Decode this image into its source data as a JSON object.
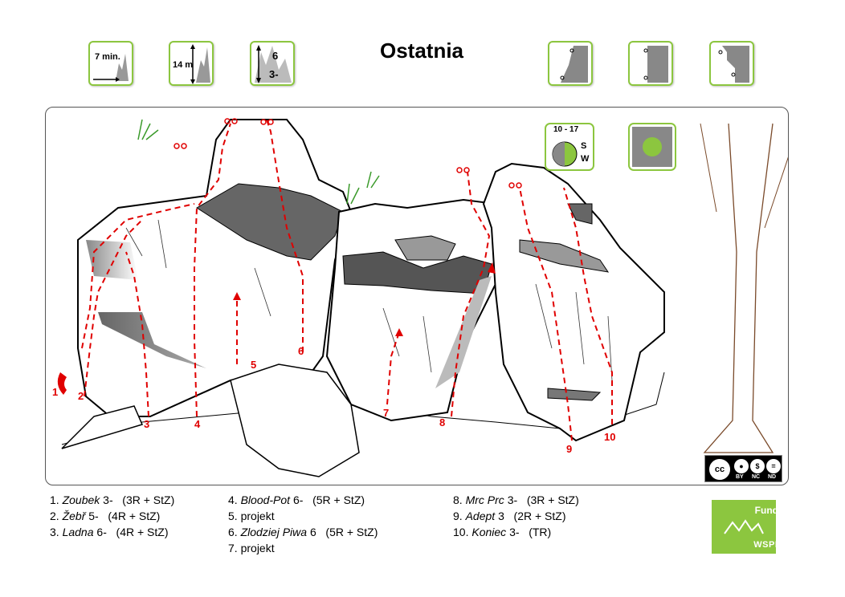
{
  "header": {
    "title": "Ostatnia",
    "approach_time": "7 min.",
    "height": "14 m",
    "grade_max": "6",
    "grade_min": "3-"
  },
  "aspect": {
    "hours": "10 - 17",
    "dir_1": "S",
    "dir_2": "W"
  },
  "route_numbers": [
    "1",
    "2",
    "3",
    "4",
    "5",
    "6",
    "7",
    "8",
    "9",
    "10"
  ],
  "legend": {
    "col1": [
      {
        "num": "1.",
        "name": "Zoubek",
        "grade": "3-",
        "info": "(3R + StZ)"
      },
      {
        "num": "2.",
        "name": "Žebř",
        "grade": "5-",
        "info": "(4R + StZ)"
      },
      {
        "num": "3.",
        "name": "Ladna",
        "grade": "6-",
        "info": "(4R + StZ)"
      }
    ],
    "col2": [
      {
        "num": "4.",
        "name": "Blood-Pot",
        "grade": "6-",
        "info": "(5R + StZ)"
      },
      {
        "num": "5.",
        "name": "",
        "grade": "projekt",
        "info": ""
      },
      {
        "num": "6.",
        "name": "Zlodziej Piwa",
        "grade": "6",
        "info": "(5R + StZ)"
      },
      {
        "num": "7.",
        "name": "",
        "grade": "projekt",
        "info": ""
      }
    ],
    "col3": [
      {
        "num": "8.",
        "name": "Mrc Prc",
        "grade": "3-",
        "info": "(3R + StZ)"
      },
      {
        "num": "9.",
        "name": "Adept",
        "grade": "3",
        "info": "(2R + StZ)"
      },
      {
        "num": "10.",
        "name": "Koniec",
        "grade": "3-",
        "info": "(TR)"
      }
    ]
  },
  "license": {
    "cc": "cc",
    "by": "BY",
    "nc": "NC",
    "nd": "ND"
  },
  "foundation": {
    "line1": "Fundacja",
    "line2": "WSPINKA"
  },
  "colors": {
    "accent_green": "#8cc63f",
    "route_red": "#e00000"
  }
}
